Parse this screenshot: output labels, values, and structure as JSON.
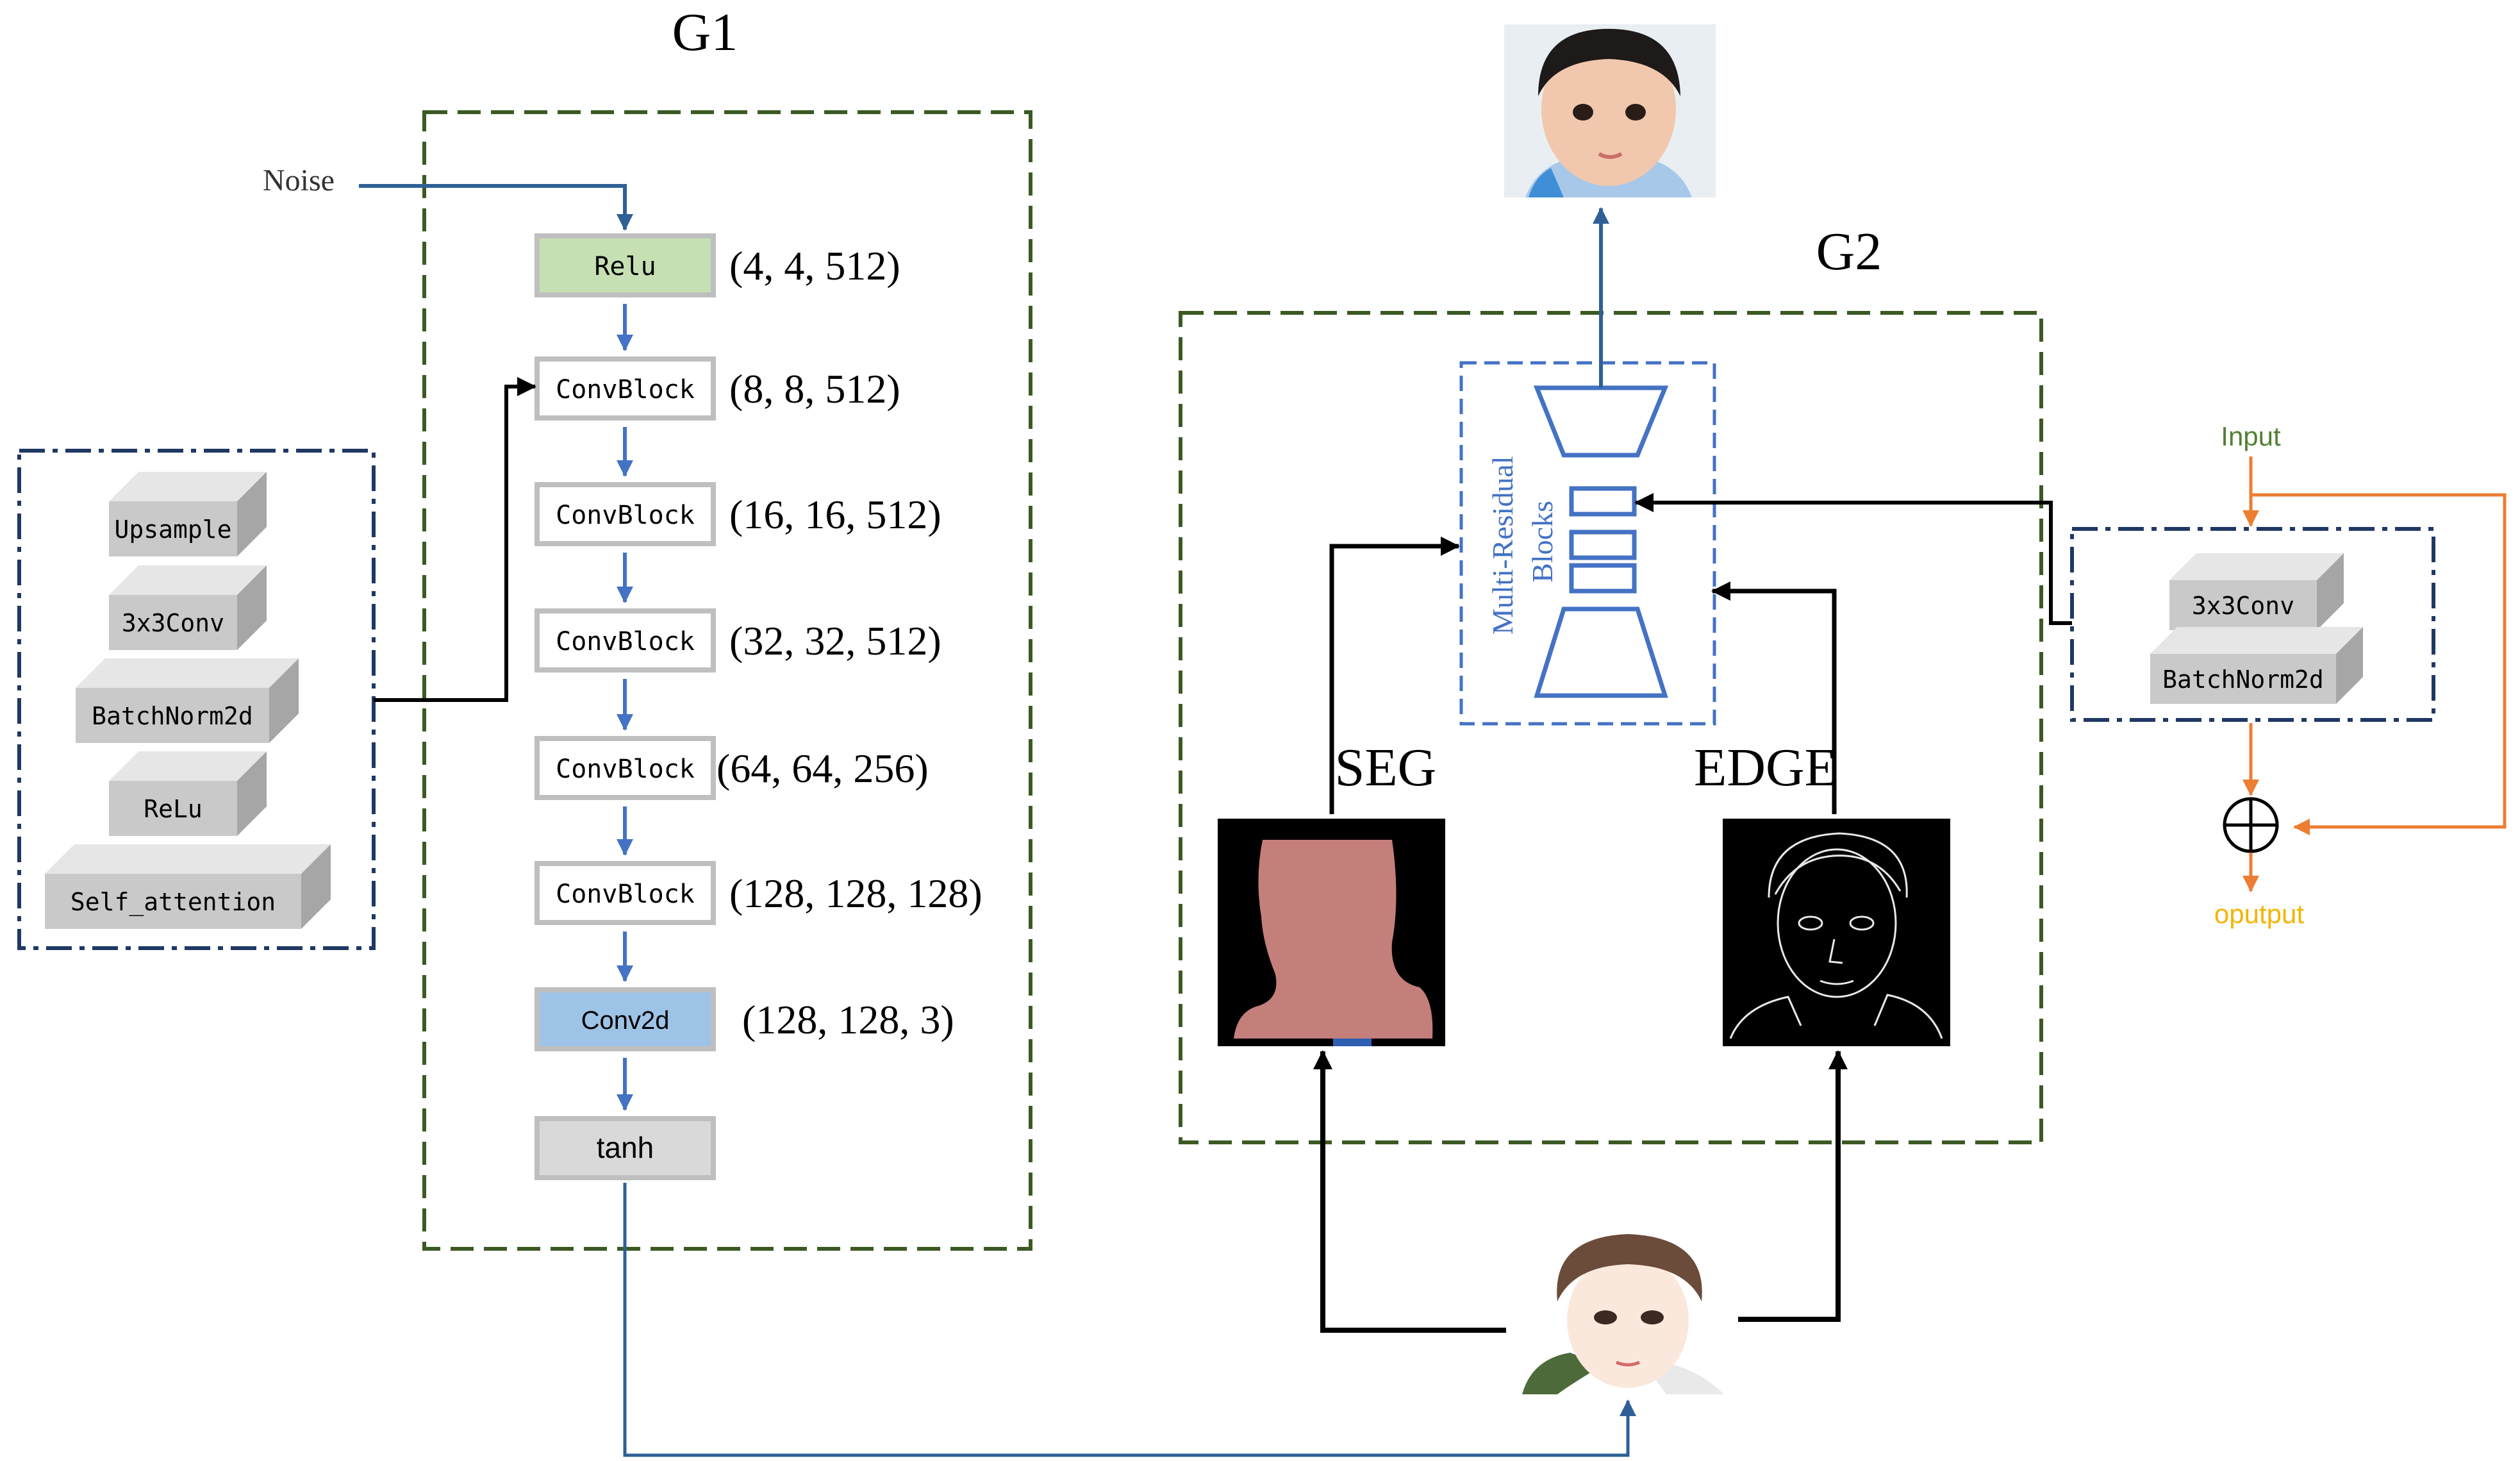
{
  "g1": {
    "title": "G1",
    "noise_label": "Noise",
    "layers": [
      {
        "label": "Relu",
        "shape": "(4, 4, 512)",
        "fill": "#c6e0b4"
      },
      {
        "label": "ConvBlock",
        "shape": "(8, 8, 512)",
        "fill": "#ffffff"
      },
      {
        "label": "ConvBlock",
        "shape": "(16, 16, 512)",
        "fill": "#ffffff"
      },
      {
        "label": "ConvBlock",
        "shape": "(32, 32, 512)",
        "fill": "#ffffff"
      },
      {
        "label": "ConvBlock",
        "shape": "(64, 64, 256)",
        "fill": "#ffffff"
      },
      {
        "label": "ConvBlock",
        "shape": "(128, 128, 128)",
        "fill": "#ffffff"
      },
      {
        "label": "Conv2d",
        "shape": "(128, 128, 3)",
        "fill": "#9dc3e6"
      },
      {
        "label": "tanh",
        "shape": "",
        "fill": "#d9d9d9"
      }
    ]
  },
  "convblock_detail": {
    "items": [
      "Upsample",
      "3x3Conv",
      "BatchNorm2d",
      "ReLu",
      "Self_attention"
    ]
  },
  "g2": {
    "title": "G2",
    "generator_label_line1": "Multi-Residual",
    "generator_label_line2": "Blocks",
    "seg_label": "SEG",
    "edge_label": "EDGE"
  },
  "residual_detail": {
    "input_label": "Input",
    "output_label": "oputput",
    "items": [
      "3x3Conv",
      "BatchNorm2d"
    ]
  },
  "colors": {
    "green_dash": "#3b5a23",
    "navy_dashdot": "#1f3864",
    "blue_arrow": "#4472c4",
    "dark_blue_line": "#2e6096",
    "generator_blue": "#4472c4",
    "orange": "#ed7d31",
    "input_green": "#538135",
    "output_yellow": "#f4b400",
    "seg_fill": "#c47f7b"
  }
}
